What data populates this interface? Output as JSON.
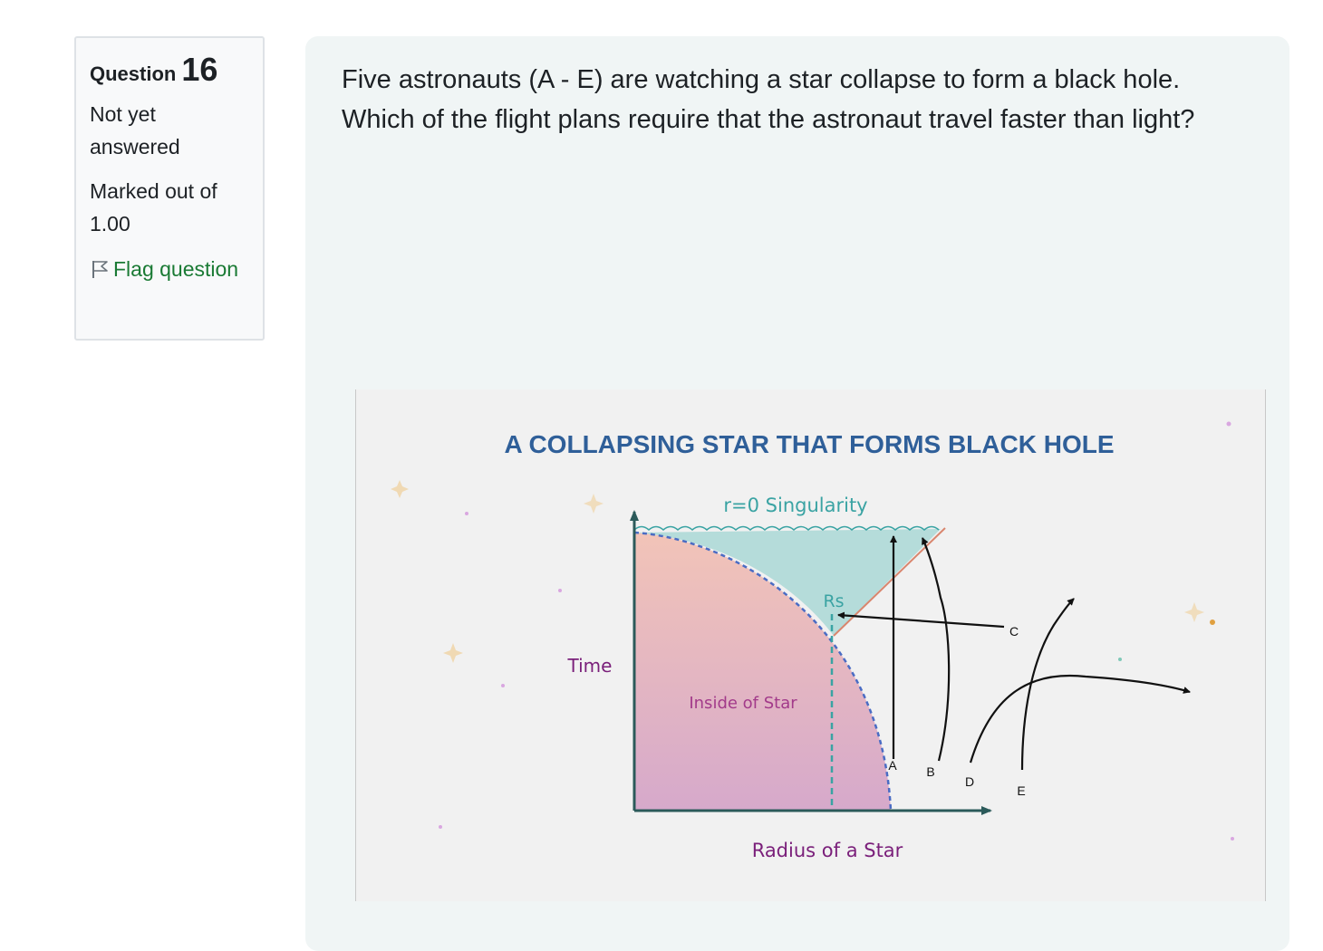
{
  "info": {
    "question_label": "Question",
    "question_number": "16",
    "state": "Not yet answered",
    "grade": "Marked out of 1.00",
    "flag_label": "Flag question"
  },
  "question": {
    "text": "Five astronauts (A - E) are watching a star collapse to form a black hole. Which of the flight plans require that the astronaut travel faster than light?"
  },
  "figure": {
    "title": "A COLLAPSING STAR THAT FORMS BLACK HOLE",
    "singularity_label": "r=0 Singularity",
    "rs_label": "Rs",
    "y_axis_label": "Time",
    "x_axis_label": "Radius of a Star",
    "region_label": "Inside of Star",
    "astronauts": [
      "A",
      "B",
      "C",
      "D",
      "E"
    ],
    "colors": {
      "title": "#2f5f99",
      "singularity": "#3aa3a3",
      "rs": "#3aa3a3",
      "axis_labels": "#7a1f7a",
      "star_fill_top": "#f2c4b8",
      "star_fill_bottom": "#d7a8c8",
      "black_hole_fill": "#b5dcda",
      "axis": "#2b5a5a"
    }
  }
}
